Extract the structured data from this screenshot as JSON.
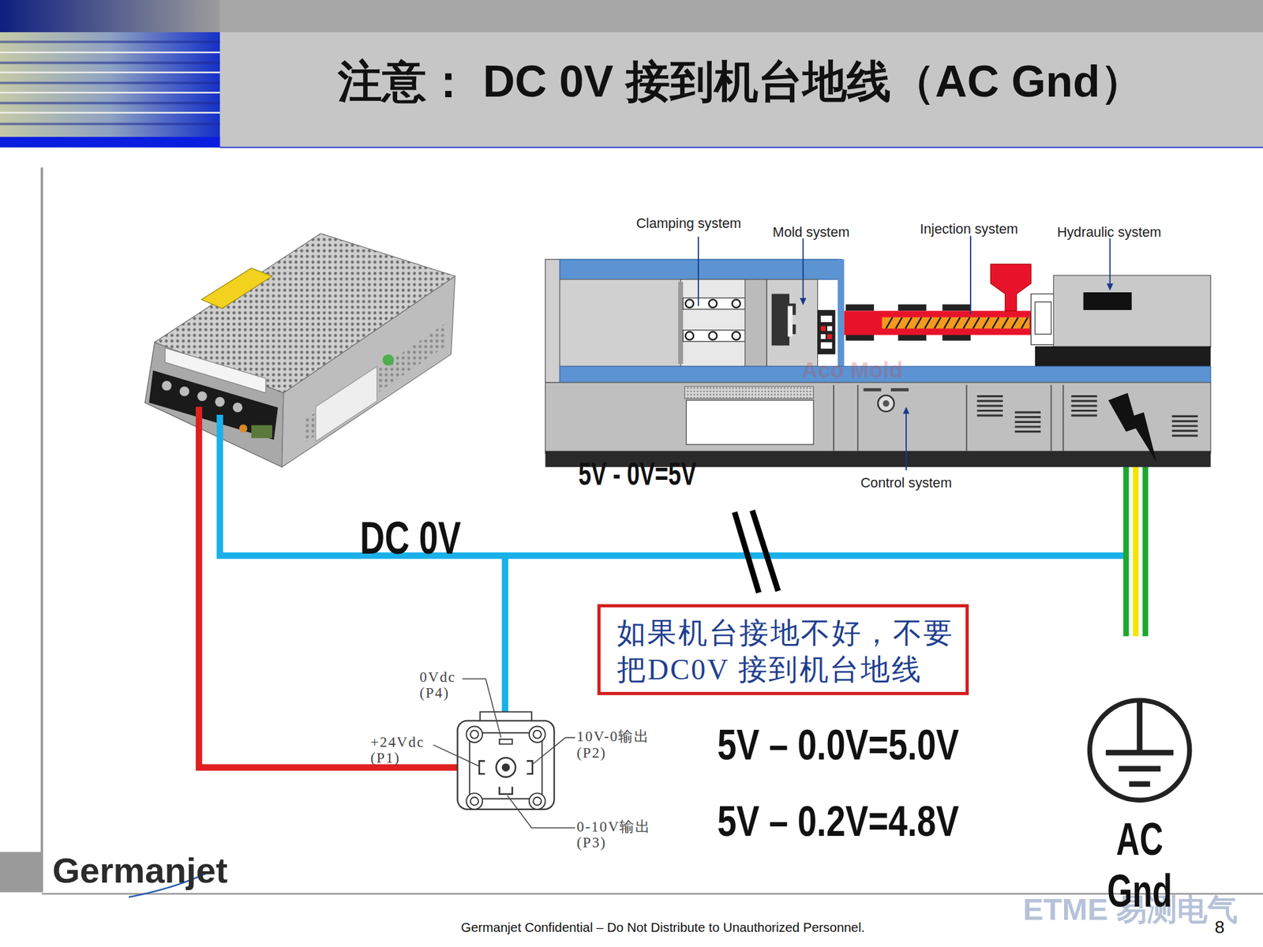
{
  "diagram": {
    "title": "注意： DC 0V 接到机台地线（AC Gnd）",
    "nodes": [
      {
        "text": [
          "如果机台接地不好，不要把DC0V 接到机台地线"
        ]
      },
      {
        "text": [
          "AC Gnd"
        ]
      }
    ],
    "labels": [
      "Clamping system",
      "Mold system",
      "Injection system",
      "Hydraulic system",
      "Aco Mold",
      "Control system",
      "5V - 0V=5V",
      "DC 0V",
      "0Vdc (P4)",
      "+24Vdc (P1)",
      "10V-0输出 (P2)",
      "0-10V输出 (P3)",
      "5V – 0.0V=5.0V",
      "5V – 0.2V=4.8V",
      "Germanjet",
      "Germanjet Confidential – Do Not Distribute to Unauthorized Personnel.",
      "ETME 易测电气",
      "8"
    ]
  }
}
